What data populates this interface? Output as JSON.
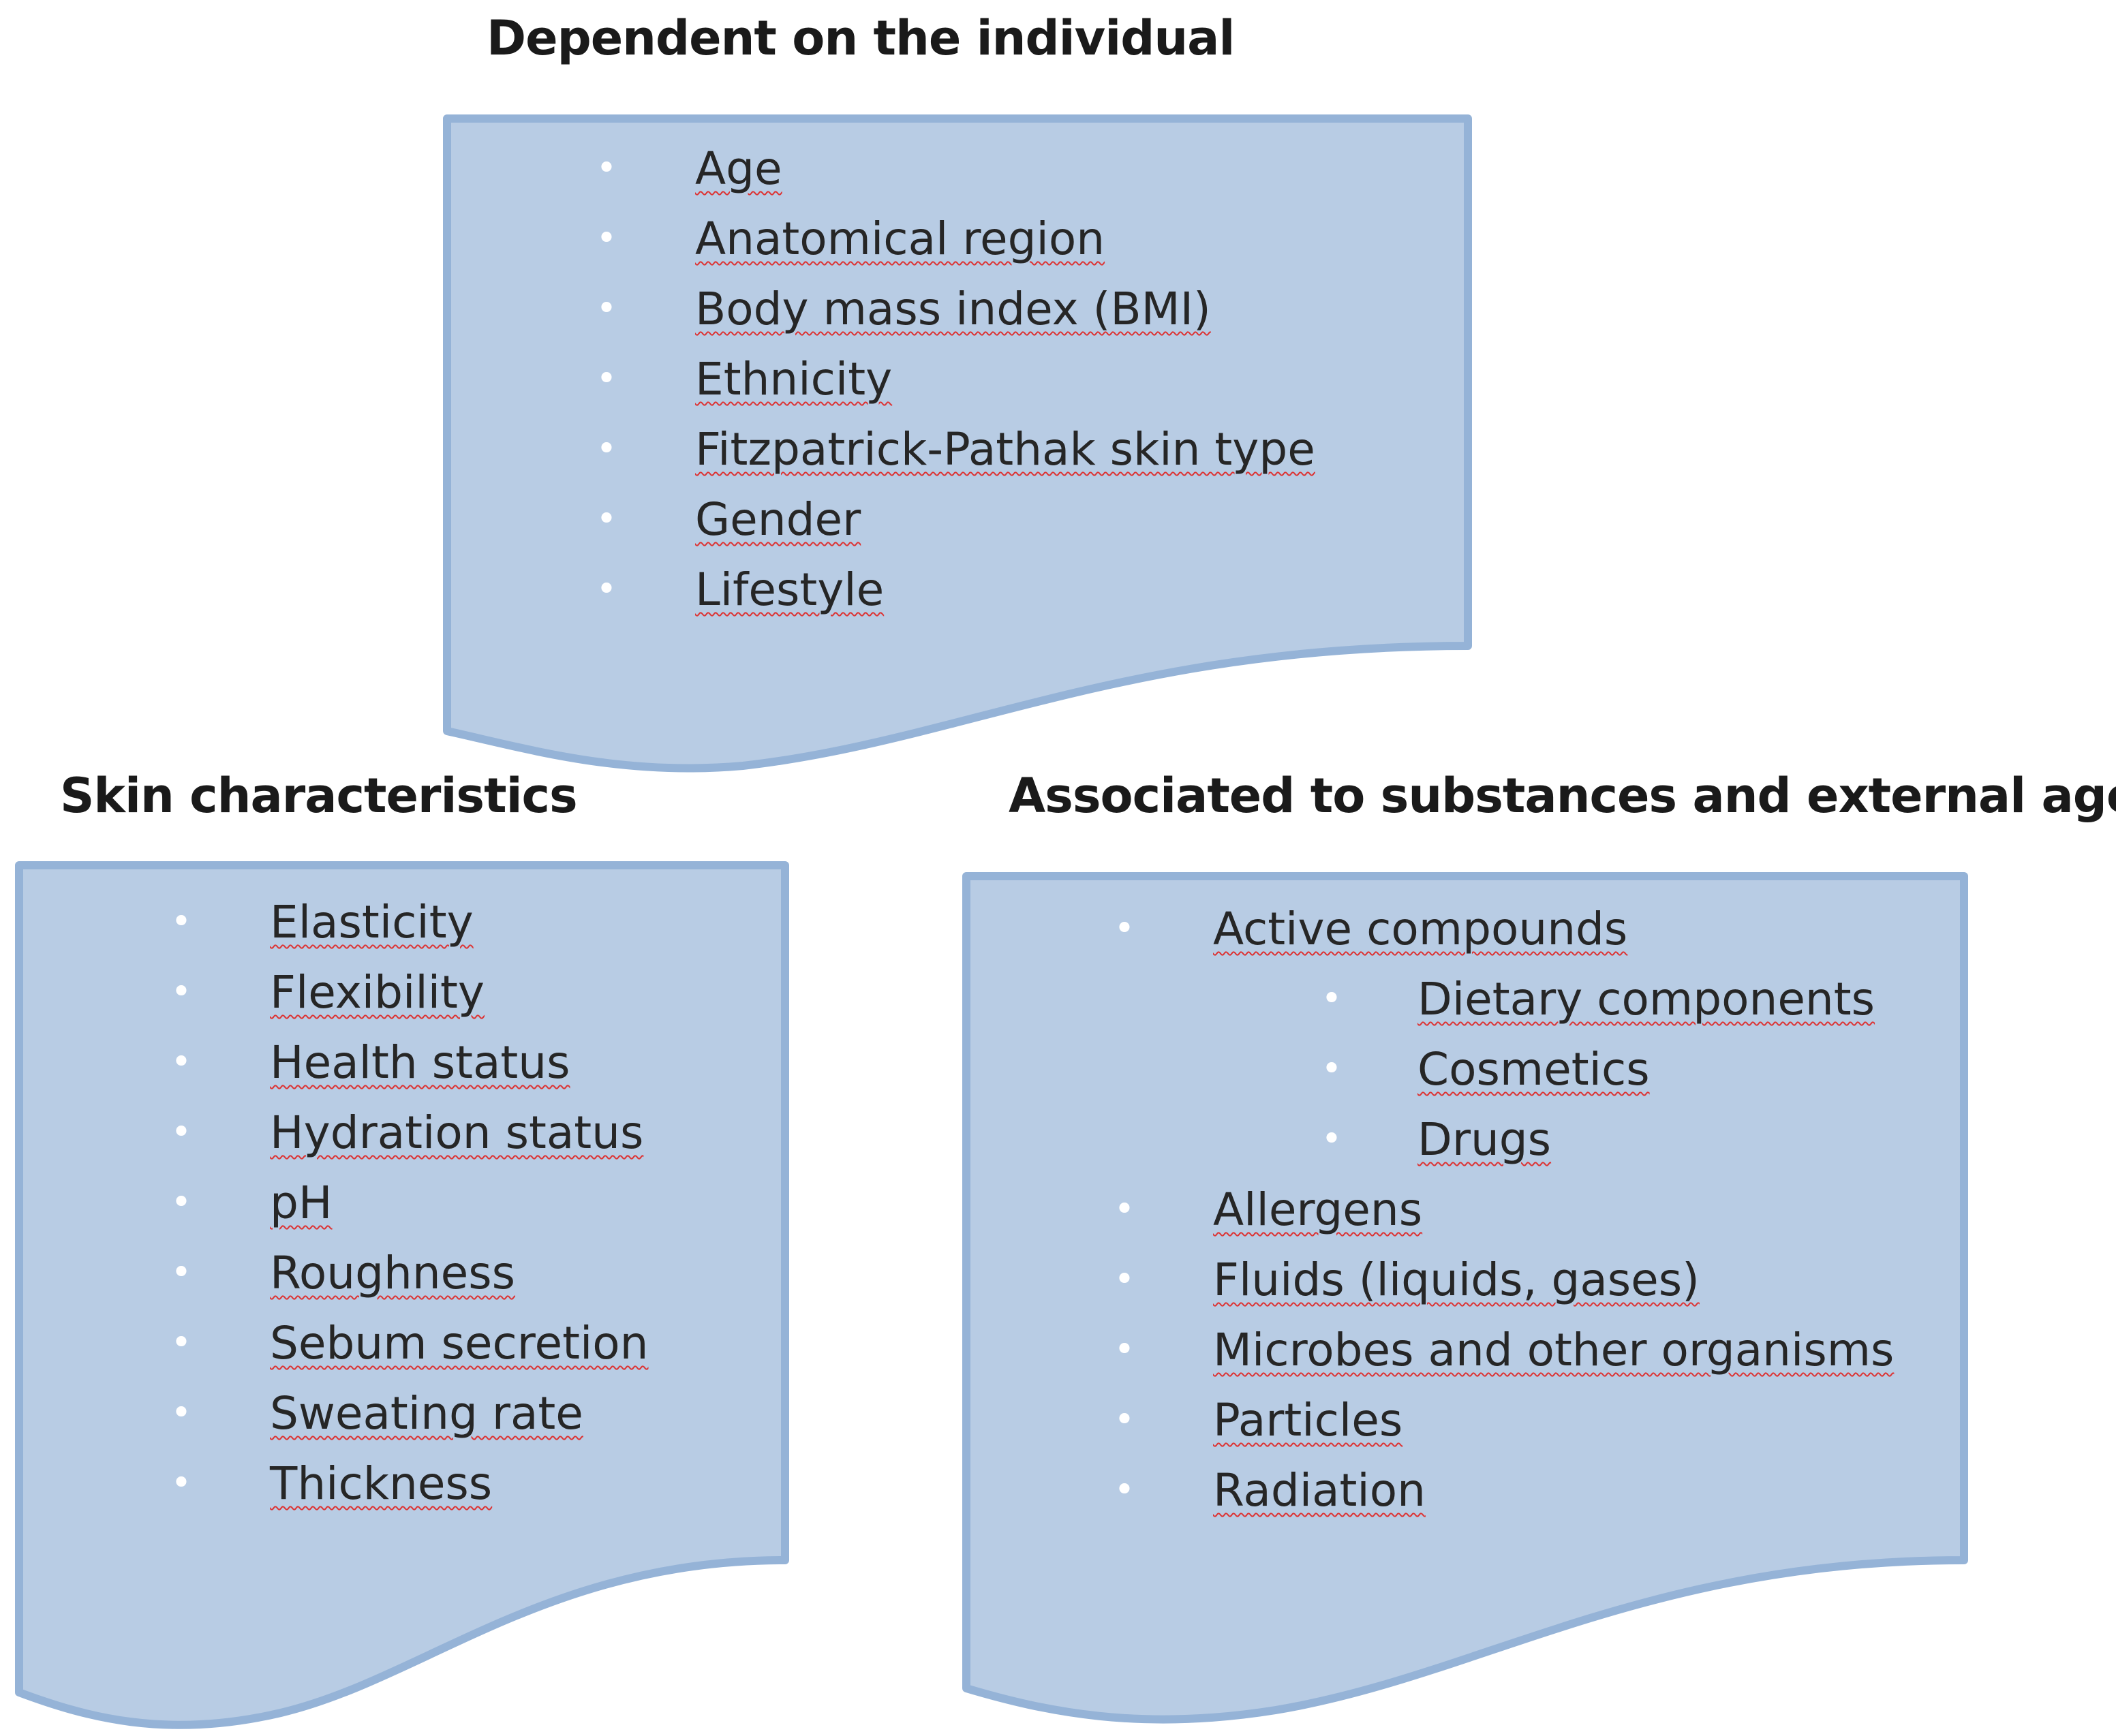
{
  "sections": {
    "individual": {
      "title": "Dependent on the individual",
      "items": [
        "Age",
        "Anatomical region",
        "Body mass index (BMI)",
        "Ethnicity",
        "Fitzpatrick-Pathak skin type",
        "Gender",
        "Lifestyle"
      ]
    },
    "skin": {
      "title": "Skin characteristics",
      "items": [
        "Elasticity",
        "Flexibility",
        "Health status",
        "Hydration status",
        "pH",
        "Roughness",
        "Sebum secretion",
        "Sweating rate",
        "Thickness"
      ]
    },
    "external": {
      "title": "Associated to substances and external agents",
      "items": [
        {
          "label": "Active compounds",
          "level": 1
        },
        {
          "label": "Dietary components",
          "level": 2
        },
        {
          "label": "Cosmetics",
          "level": 2
        },
        {
          "label": "Drugs",
          "level": 2
        },
        {
          "label": "Allergens",
          "level": 1
        },
        {
          "label": "Fluids (liquids, gases)",
          "level": 1
        },
        {
          "label": "Microbes and other organisms",
          "level": 1
        },
        {
          "label": "Particles",
          "level": 1
        },
        {
          "label": "Radiation",
          "level": 1
        }
      ]
    }
  },
  "bullet_glyph": "•",
  "colors": {
    "shape_fill": "#b8cce4",
    "shape_border": "#95b3d7",
    "bullet": "#ffffff",
    "item_text": "#262626",
    "heading_text": "#1a1a1a"
  }
}
